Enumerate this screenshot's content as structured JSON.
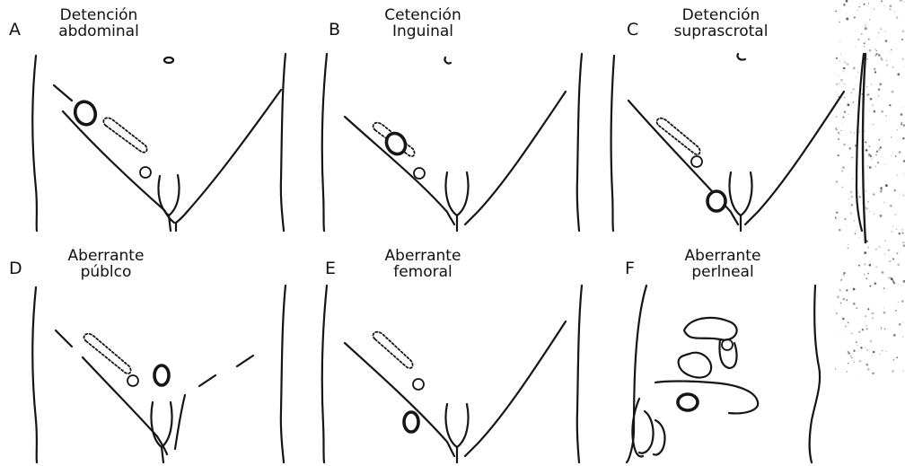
{
  "panels": [
    {
      "letter": "A",
      "line1": "Detención",
      "line2": "abdominal"
    },
    {
      "letter": "B",
      "line1": "Cetención",
      "line2": "Inguinal"
    },
    {
      "letter": "C",
      "line1": "Detención",
      "line2": "suprascrotal"
    },
    {
      "letter": "D",
      "line1": "Aberrante",
      "line2": "públco"
    },
    {
      "letter": "E",
      "line1": "Aberrante",
      "line2": "femoral"
    },
    {
      "letter": "F",
      "line1": "Aberrante",
      "line2": "perlneal"
    }
  ]
}
